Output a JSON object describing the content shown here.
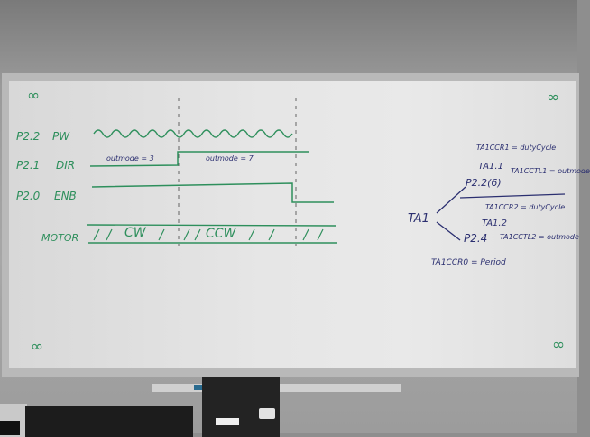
{
  "colors": {
    "green_marker": "#2e8f5c",
    "navy_marker": "#2b2f70",
    "board": "#e6e6e6"
  },
  "corner_marks": {
    "top_left": "∞",
    "top_right": "∞",
    "bottom_left": "∞",
    "bottom_right": "∞"
  },
  "signals": {
    "p22": {
      "pin": "P2.2",
      "name": "PW"
    },
    "p21": {
      "pin": "P2.1",
      "name": "DIR",
      "note_left": "outmode = 3",
      "note_right": "outmode = 7"
    },
    "p20": {
      "pin": "P2.0",
      "name": "ENB"
    },
    "motor": {
      "name": "MOTOR",
      "left_label": "CW",
      "right_label": "CCW"
    }
  },
  "timer": {
    "root": "TA1",
    "branch_top": {
      "ccr_line": "TA1CCR1 = dutyCycle",
      "module": "TA1.1",
      "ctl_line": "TA1CCTL1 = outmode",
      "pin": "P2.2(6)"
    },
    "branch_bottom": {
      "ccr_line": "TA1CCR2 = dutyCycle",
      "module": "TA1.2",
      "ctl_line": "TA1CCTL2 = outmode",
      "pin": "P2.4"
    },
    "period_line": "TA1CCR0 = Period"
  }
}
